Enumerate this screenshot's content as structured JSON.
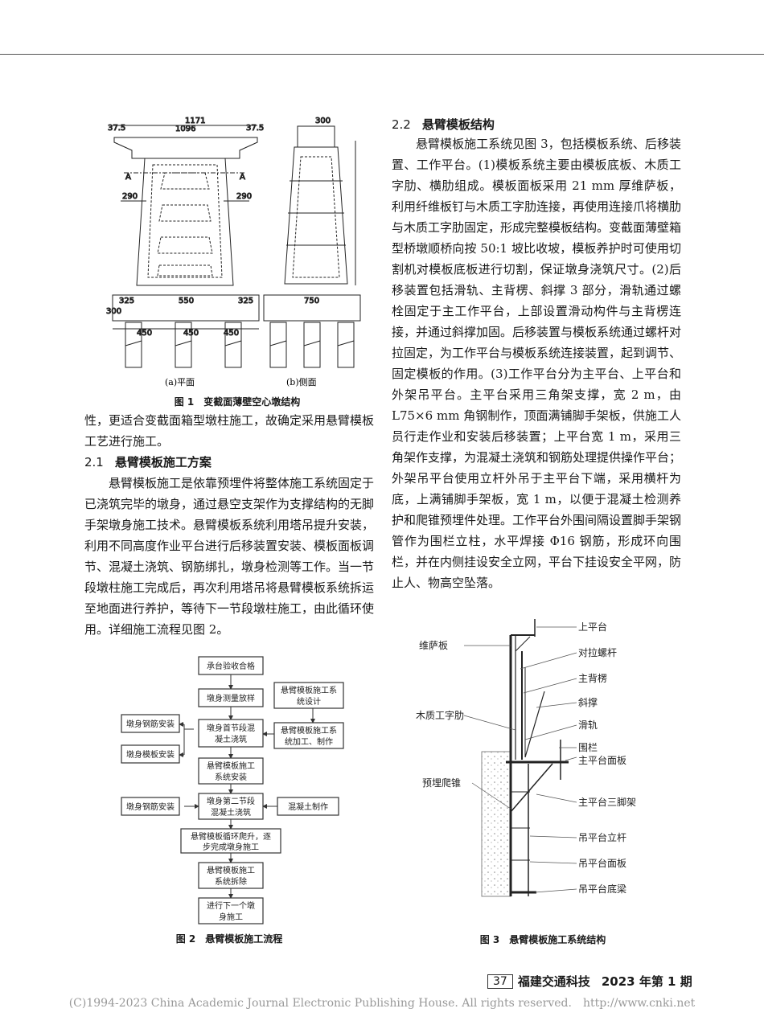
{
  "figure1": {
    "caption": "图 1　变截面薄壁空心墩结构",
    "sub_a": "(a)平面",
    "sub_b": "(b)侧面",
    "dims": {
      "top_width": "1171",
      "inner_width": "1096",
      "left_edge": "37.5",
      "right_edge": "37.5",
      "side_top": "300",
      "base_width": "750",
      "base_left": "325",
      "base_mid": "550",
      "base_right": "325",
      "pile_spacing": "450",
      "section_mark": "A",
      "height_300": "300",
      "h_290": "290"
    }
  },
  "para_left": "性，更适合变截面箱型墩柱施工，故确定采用悬臂模板工艺进行施工。",
  "sec21": {
    "num": "2.1",
    "title": "悬臂模板施工方案"
  },
  "para21": "悬臂模板施工是依靠预埋件将整体施工系统固定于已浇筑完毕的墩身，通过悬空支架作为支撑结构的无脚手架墩身施工技术。悬臂模板系统利用塔吊提升安装，利用不同高度作业平台进行后移装置安装、模板面板调节、混凝土浇筑、钢筋绑扎，墩身检测等工作。当一节段墩柱施工完成后，再次利用塔吊将悬臂模板系统拆运至地面进行养护，等待下一节段墩柱施工，由此循环使用。详细施工流程见图 2。",
  "figure2": {
    "caption": "图 2　悬臂模板施工流程",
    "boxes": {
      "b1": "承台验收合格",
      "b2": "墩身测量放样",
      "b3a": "墩身首节段混",
      "b3b": "凝土浇筑",
      "b4a": "悬臂模板施工",
      "b4b": "系统安装",
      "b5a": "墩身第二节段",
      "b5b": "混凝土浇筑",
      "b6a": "悬臂模板循环爬升，逐",
      "b6b": "步完成墩身施工",
      "b7a": "悬臂模板施工",
      "b7b": "系统拆除",
      "b8a": "进行下一个墩",
      "b8b": "身施工",
      "l1": "墩身钢筋安装",
      "l2": "墩身模板安装",
      "l3": "墩身钢筋安装",
      "r1a": "悬臂模板施工系",
      "r1b": "统设计",
      "r2a": "悬臂模板施工系",
      "r2b": "统加工、制作",
      "r3": "混凝土制作"
    }
  },
  "sec22": {
    "num": "2.2",
    "title": "悬臂模板结构"
  },
  "para22": "悬臂模板施工系统见图 3，包括模板系统、后移装置、工作平台。(1)模板系统主要由模板底板、木质工字肋、横肋组成。模板面板采用 21 mm 厚维萨板，利用纤维板钉与木质工字肋连接，再使用连接爪将横肋与木质工字肋固定，形成完整模板结构。变截面薄壁箱型桥墩顺桥向按 50:1 坡比收坡，模板养护时可使用切割机对模板底板进行切割，保证墩身浇筑尺寸。(2)后移装置包括滑轨、主背楞、斜撑 3 部分，滑轨通过螺栓固定于主工作平台，上部设置滑动构件与主背楞连接，并通过斜撑加固。后移装置与模板系统通过螺杆对拉固定，为工作平台与模板系统连接装置，起到调节、固定模板的作用。(3)工作平台分为主平台、上平台和外架吊平台。主平台采用三角架支撑，宽 2 m，由 L75×6 mm 角钢制作，顶面满铺脚手架板，供施工人员行走作业和安装后移装置；上平台宽 1 m，采用三角架作支撑，为混凝土浇筑和钢筋处理提供操作平台；外架吊平台使用立杆外吊于主平台下端，采用横杆为底，上满铺脚手架板，宽 1 m，以便于混凝土检测养护和爬锥预埋件处理。工作平台外围间隔设置脚手架钢管作为围栏立柱，水平焊接 Φ16 钢筋，形成环向围栏，并在内侧挂设安全立网，平台下挂设安全平网，防止人、物高空坠落。",
  "figure3": {
    "caption": "图 3　悬臂模板施工系统结构",
    "labels": {
      "shangpingtai": "上平台",
      "weisaban": "维萨板",
      "duilaluogan": "对拉螺杆",
      "zhubeileng": "主背楞",
      "xiecheng": "斜撑",
      "muzhi": "木质工字肋",
      "huagui": "滑轨",
      "weilan": "围栏",
      "zhupingtaimianban": "主平台面板",
      "yumai": "预埋爬锥",
      "sanjiaojia": "主平台三脚架",
      "diaolig": "吊平台立杆",
      "diaomianban": "吊平台面板",
      "diaodiliang": "吊平台底梁"
    }
  },
  "footer": {
    "page": "37",
    "journal": "福建交通科技",
    "issue": "2023 年第 1 期"
  },
  "copyright": "(C)1994-2023 China Academic Journal Electronic Publishing House. All rights reserved.　http://www.cnki.net"
}
